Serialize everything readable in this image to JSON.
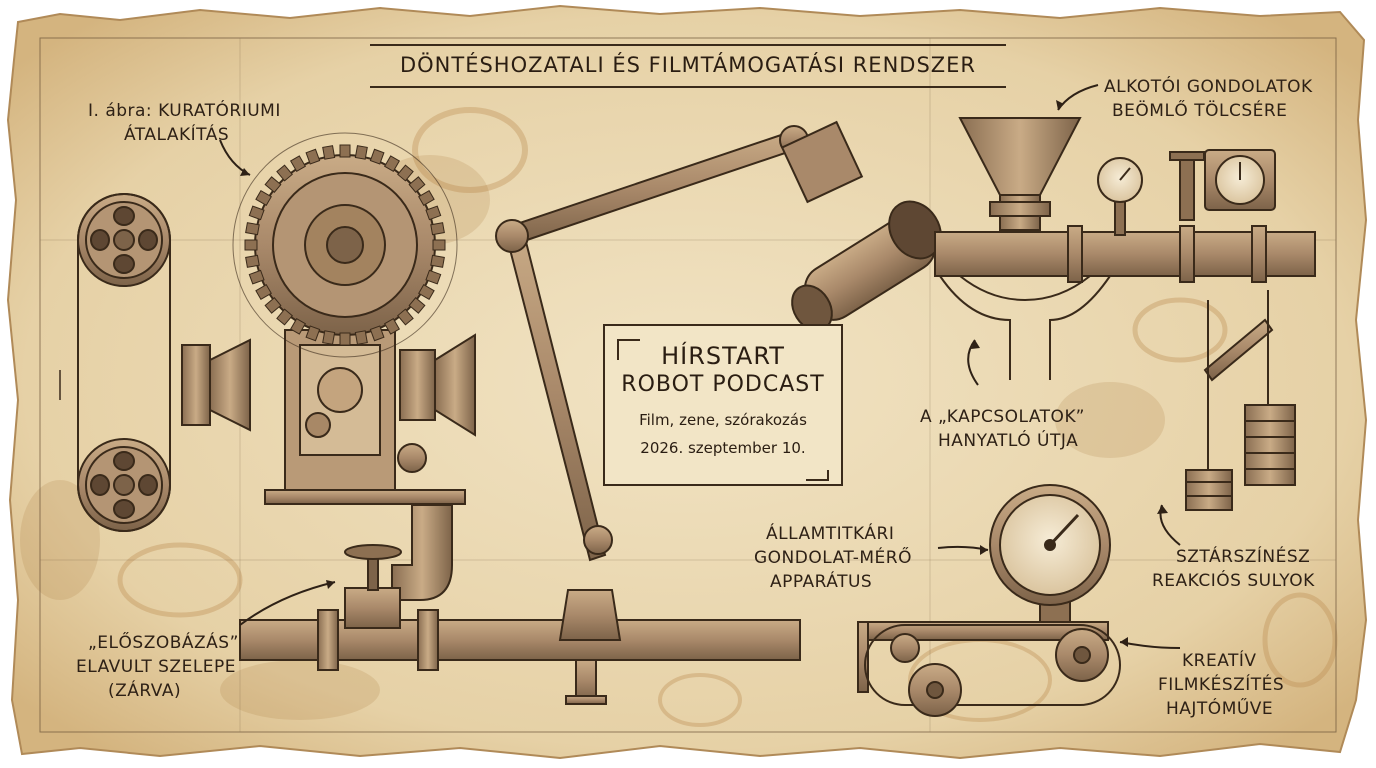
{
  "title": "DÖNTÉSHOZATALI ÉS FILMTÁMOGATÁSI RENDSZER",
  "center_card": {
    "line1": "HÍRSTART",
    "line2": "ROBOT PODCAST",
    "line3": "Film, zene, szórakozás",
    "line4": "2026. szeptember 10."
  },
  "labels": {
    "figure_a": "I. ábra: KURATÓRIUMI",
    "figure_b": "ÁTALAKÍTÁS",
    "funnel_a": "ALKOTÓI GONDOLATOK",
    "funnel_b": "BEÖMLŐ TÖLCSÉRE",
    "connections_a": "A „KAPCSOLATOK”",
    "connections_b": "HANYATLÓ ÚTJA",
    "meter_a": "ÁLLAMTITKÁRI",
    "meter_b": "GONDOLAT-MÉRŐ",
    "meter_c": "APPARÁTUS",
    "weights_a": "SZTÁRSZÍNÉSZ",
    "weights_b": "REAKCIÓS SULYOK",
    "drive_a": "KREATÍV",
    "drive_b": "FILMKÉSZÍTÉS",
    "drive_c": "HAJTÓMŰVE",
    "valve_a": "„ELŐSZOBÁZÁS”",
    "valve_b": "ELAVULT SZELEPE",
    "valve_c": "(ZÁRVA)"
  },
  "colors": {
    "paper": "#e9d7b0",
    "ink": "#3a2a1a",
    "metal": "#a98a68",
    "stain": "#c99a5c"
  }
}
